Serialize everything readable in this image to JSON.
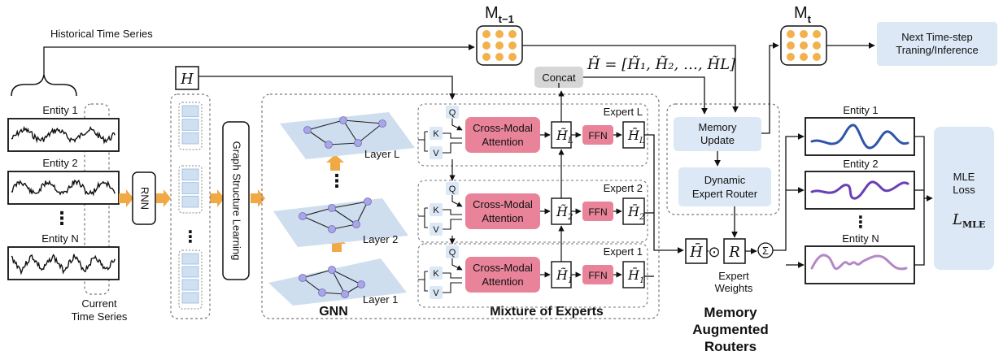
{
  "input": {
    "historical_label": "Historical Time Series",
    "current_label_line1": "Current",
    "current_label_line2": "Time Series",
    "entities": [
      "Entity 1",
      "Entity 2",
      "Entity N"
    ],
    "ellipsis": "⋮"
  },
  "rnn": {
    "label": "RNN"
  },
  "hidden_state": {
    "symbol": "H"
  },
  "graph_learning": {
    "label": "Graph Structure Learning"
  },
  "gnn": {
    "title": "GNN",
    "layers": [
      "Layer L",
      "Layer 2",
      "Layer 1"
    ],
    "ellipsis": "⋮"
  },
  "moe": {
    "title": "Mixture of Experts",
    "concat_label": "Concat",
    "concat_formula": "H̃ = [H̃₁, H̃₂, …, H̃L]",
    "experts": [
      {
        "name": "Expert L",
        "q": "Q",
        "k": "K",
        "v": "V",
        "attention_line1": "Cross-Modal",
        "attention_line2": "Attention",
        "ffn": "FFN",
        "tilde_h": "H̃",
        "tilde_sub": "L",
        "bar_h": "H̄",
        "bar_sub": "L"
      },
      {
        "name": "Expert 2",
        "q": "Q",
        "k": "K",
        "v": "V",
        "attention_line1": "Cross-Modal",
        "attention_line2": "Attention",
        "ffn": "FFN",
        "tilde_h": "H̃",
        "tilde_sub": "2",
        "bar_h": "H̄",
        "bar_sub": "2"
      },
      {
        "name": "Expert 1",
        "q": "Q",
        "k": "K",
        "v": "V",
        "attention_line1": "Cross-Modal",
        "attention_line2": "Attention",
        "ffn": "FFN",
        "tilde_h": "H̃",
        "tilde_sub": "1",
        "bar_h": "H̄",
        "bar_sub": "1"
      }
    ]
  },
  "memory": {
    "m_prev_main": "M",
    "m_prev_sub": "t−1",
    "m_curr_main": "M",
    "m_curr_sub": "t",
    "update_line1": "Memory",
    "update_line2": "Update",
    "router_line1": "Dynamic",
    "router_line2": "Expert Router",
    "title_line1": "Memory",
    "title_line2": "Augmented",
    "title_line3": "Routers"
  },
  "combine": {
    "bar_h": "H̄",
    "odot": "⊙",
    "r": "R",
    "sigma": "Σ",
    "weights_line1": "Expert",
    "weights_line2": "Weights"
  },
  "next_step": {
    "line1": "Next Time-step",
    "line2": "Traning/Inference"
  },
  "output": {
    "entities": [
      "Entity 1",
      "Entity 2",
      "Entity N"
    ],
    "ellipsis": "⋮",
    "loss_line1": "MLE",
    "loss_line2": "Loss",
    "loss_symbol_main": "L",
    "loss_symbol_sub": "MLE"
  },
  "colors": {
    "orange_arrow": "#f0a945",
    "dot_orange": "#f3b14c",
    "light_blue": "#dce8f5",
    "pink": "#e8839a",
    "grey": "#d6d6d6",
    "plane": "#cfdeef",
    "node": "#a9a6e6",
    "out1": "#2f55a8",
    "out2": "#6a3fb5",
    "outN": "#b487c6"
  }
}
